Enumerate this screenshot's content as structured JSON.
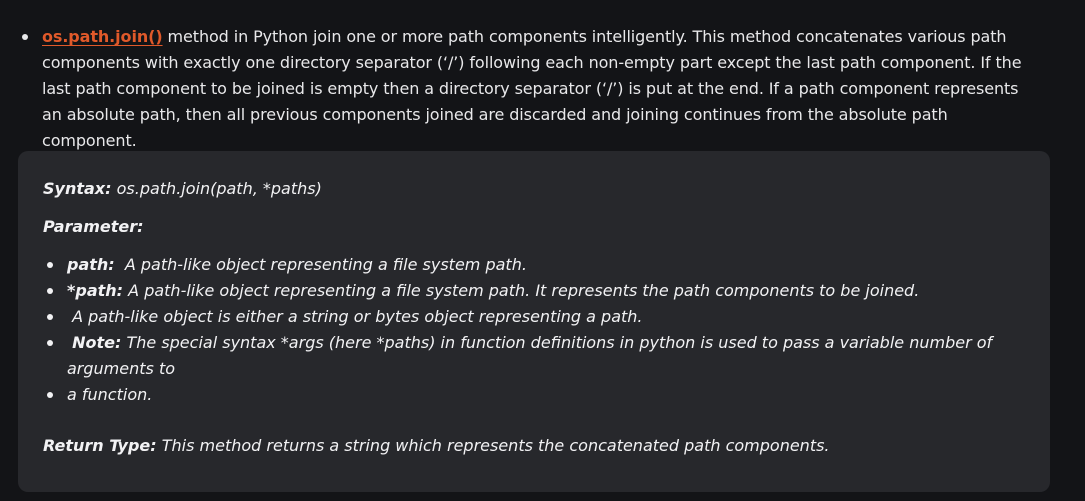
{
  "intro": {
    "link_text": "os.path.join()",
    "text": "method in Python join one or more path components intelligently. This method concatenates various path components with exactly one directory separator (‘/’) following each non-empty part except the last path component. If the last path component to be joined is empty then a directory separator (‘/’) is put at the end. If a path component represents an absolute path, then all previous components joined are discarded and joining continues from the absolute path component."
  },
  "card": {
    "syntax_label": "Syntax:",
    "syntax_value": "os.path.join(path, *paths)",
    "parameter_label": "Parameter:",
    "params": [
      {
        "term": "path:",
        "desc": "A path-like object representing a file system path."
      },
      {
        "term": "*path:",
        "desc": "A path-like object representing a file system path. It represents the path components to be joined."
      },
      {
        "term": "",
        "desc": "A path-like object is either a string or bytes object representing a path."
      },
      {
        "term": "Note:",
        "desc": "The special syntax *args (here *paths) in function definitions in python is used to pass a variable number of arguments to"
      },
      {
        "term": "",
        "desc": "a function."
      }
    ],
    "return_label": "Return Type:",
    "return_value": "This method returns a string which represents the concatenated path components."
  }
}
